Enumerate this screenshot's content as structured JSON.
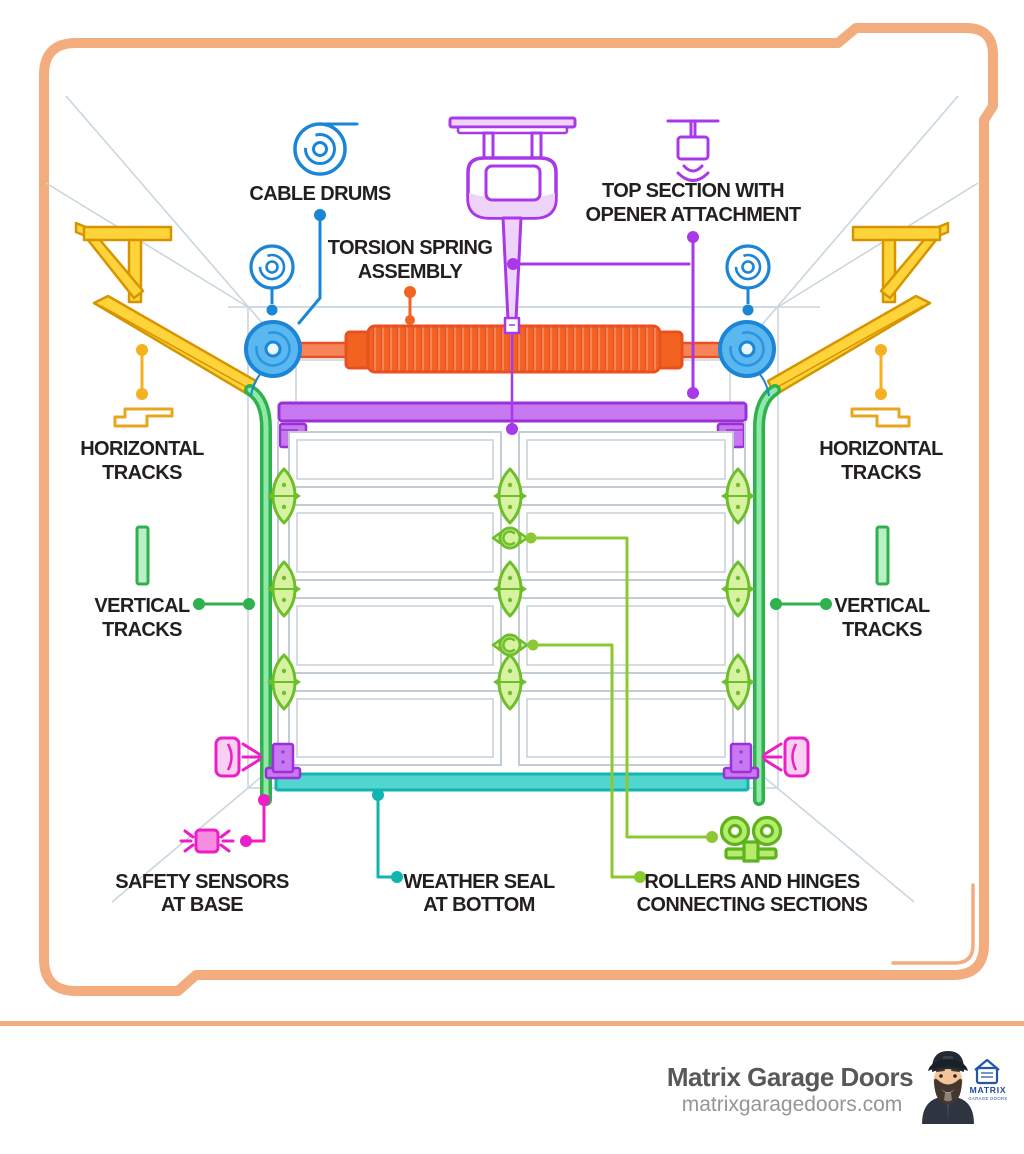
{
  "colors": {
    "frame": "#F2AC7E",
    "label_text": "#231F20",
    "blue": "#1B85D6",
    "blue_fill": "#5BB7F0",
    "orange": "#E8501F",
    "orange_fill": "#F6845A",
    "purple": "#A838E8",
    "purple_dark": "#9B30D9",
    "purple_fill": "#C878F0",
    "purple_light": "#EFD4FA",
    "magenta": "#ED1EC6",
    "magenta_fill": "#F9D0F1",
    "green": "#2FB14E",
    "green_fill": "#90E8A8",
    "hinge_green": "#6DBE2A",
    "hinge_fill": "#D7F3A2",
    "leader_green": "#8CC832",
    "teal": "#0FB5AE",
    "teal_fill": "#52D5CE",
    "yellow": "#D69500",
    "yellow_fill": "#FFD43B",
    "perspective_gray": "#C9D6DE",
    "panel_gray": "#C2CCD4"
  },
  "diagram": {
    "labels": {
      "cable_drums": "CABLE DRUMS",
      "torsion_spring": {
        "line1": "TORSION SPRING",
        "line2": "ASSEMBLY"
      },
      "top_section": {
        "line1": "TOP SECTION WITH",
        "line2": "OPENER ATTACHMENT"
      },
      "horizontal_tracks": {
        "line1": "HORIZONTAL",
        "line2": "TRACKS"
      },
      "vertical_tracks": {
        "line1": "VERTICAL",
        "line2": "TRACKS"
      },
      "safety_sensors": {
        "line1": "SAFETY SENSORS",
        "line2": "AT BASE"
      },
      "weather_seal": {
        "line1": "WEATHER SEAL",
        "line2": "AT BOTTOM"
      },
      "rollers_hinges": {
        "line1": "ROLLERS AND HINGES",
        "line2": "CONNECTING SECTIONS"
      }
    }
  },
  "footer": {
    "company": "Matrix Garage Doors",
    "website": "matrixgaragedoors.com",
    "logo": {
      "name": "MATRIX",
      "sub": "GARAGE DOORS"
    }
  }
}
